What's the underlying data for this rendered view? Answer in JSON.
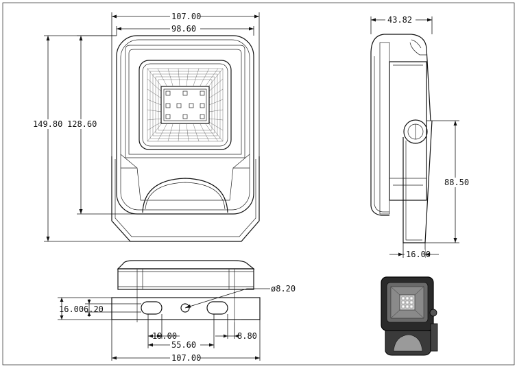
{
  "drawing": {
    "front_view": {
      "overall_width": "107.00",
      "inner_width": "98.60",
      "overall_height": "149.80",
      "inner_height": "128.60"
    },
    "side_view": {
      "depth": "43.82",
      "bracket_height": "88.50",
      "bracket_width": "16.00"
    },
    "bottom_view": {
      "hole_diameter": "ø8.20",
      "bracket_height": "16.00",
      "slot_height": "6.20",
      "slot_length": "19.00",
      "slot_spacing": "55.60",
      "edge_offset": "8.80",
      "overall_width": "107.00"
    }
  },
  "colors": {
    "line": "#111111",
    "background": "#ffffff"
  }
}
